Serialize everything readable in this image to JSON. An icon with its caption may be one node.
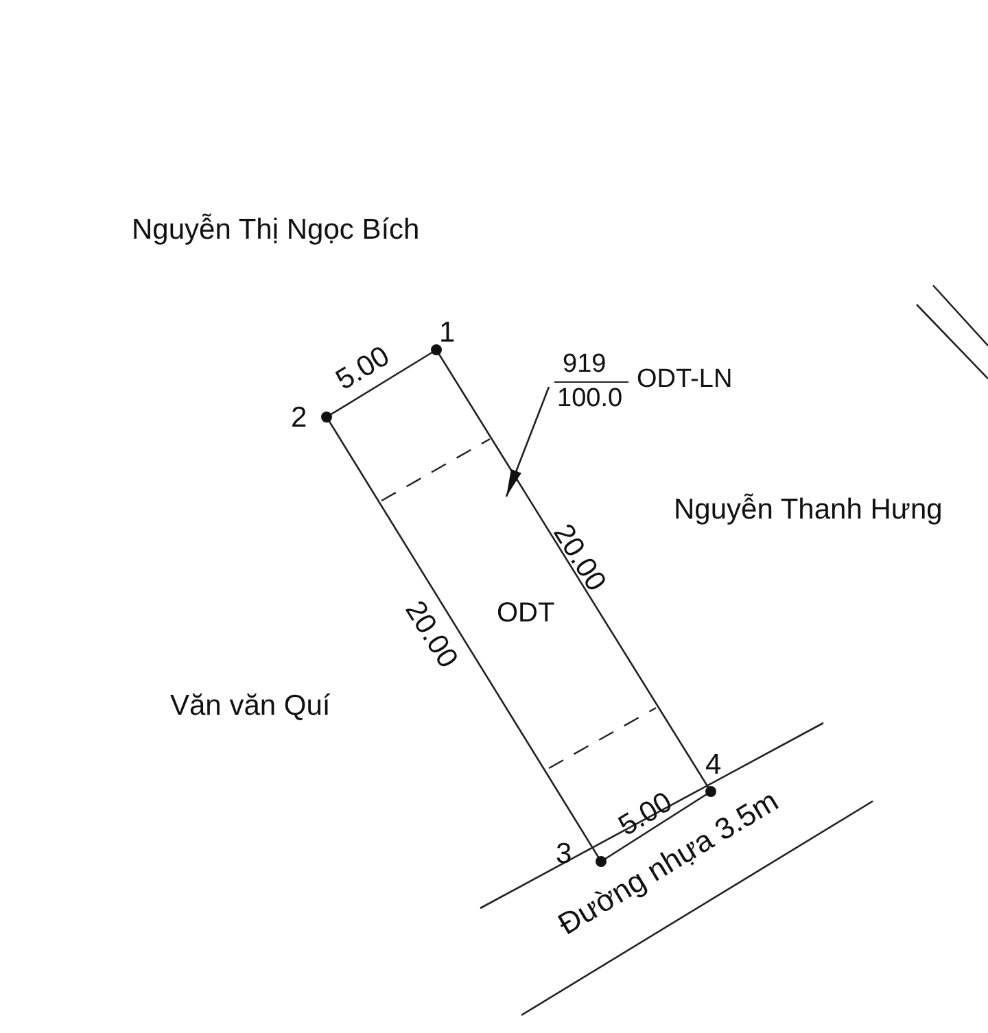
{
  "diagram": {
    "nodes": [
      {
        "text": [
          "ODT"
        ]
      },
      {
        "text": [
          "919",
          "100.0",
          "ODT-LN"
        ]
      }
    ],
    "edges": [
      {
        "from": 1,
        "to": 0,
        "arrow": "to"
      }
    ],
    "labels": [
      "Nguyễn Thị Ngọc Bích",
      "1",
      "5.00",
      "2",
      "Nguyễn Thanh Hưng",
      "20.00",
      "20.00",
      "Văn văn Quí",
      "4",
      "5.00",
      "3",
      "Đường nhựa 3.5m"
    ]
  }
}
